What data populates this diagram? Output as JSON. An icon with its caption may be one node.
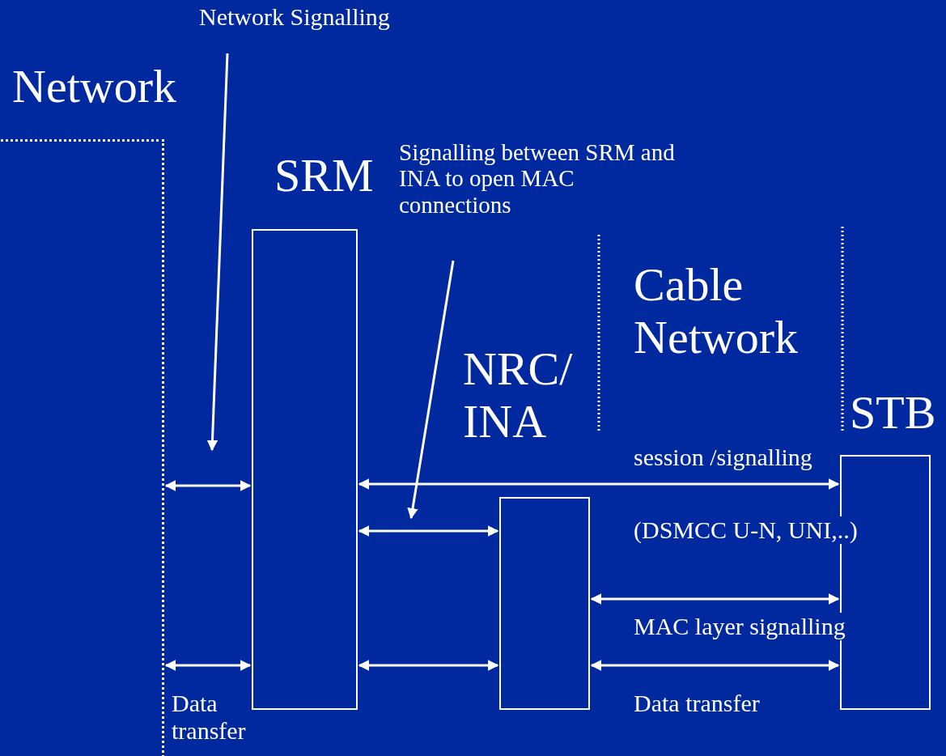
{
  "diagram": {
    "nodes": [
      {
        "text": [
          "Network"
        ]
      },
      {
        "text": [
          "Network Signalling"
        ]
      },
      {
        "text": [
          "SRM"
        ]
      },
      {
        "text": [
          "Signalling between SRM and INA to open MAC connections"
        ]
      },
      {
        "text": [
          "NRC/ INA"
        ]
      },
      {
        "text": [
          "STB"
        ]
      }
    ],
    "edges": [
      {
        "from": 1,
        "to": null,
        "arrow": "to"
      },
      {
        "from": 3,
        "to": null,
        "arrow": "to"
      },
      {
        "from": 0,
        "to": 2,
        "arrow": "both"
      },
      {
        "from": 2,
        "to": 5,
        "arrow": "both",
        "label": "session /signalling"
      },
      {
        "from": 2,
        "to": 4,
        "arrow": "both"
      },
      {
        "from": 4,
        "to": 5,
        "arrow": "both",
        "label": "MAC layer signalling"
      },
      {
        "from": 0,
        "to": 2,
        "arrow": "both",
        "label": "Data transfer"
      },
      {
        "from": 2,
        "to": 4,
        "arrow": "both"
      },
      {
        "from": 4,
        "to": 5,
        "arrow": "both",
        "label": "Data transfer"
      }
    ],
    "labels": [
      "Cable Network",
      "(DSMCC U-N, UNI,..)"
    ]
  }
}
